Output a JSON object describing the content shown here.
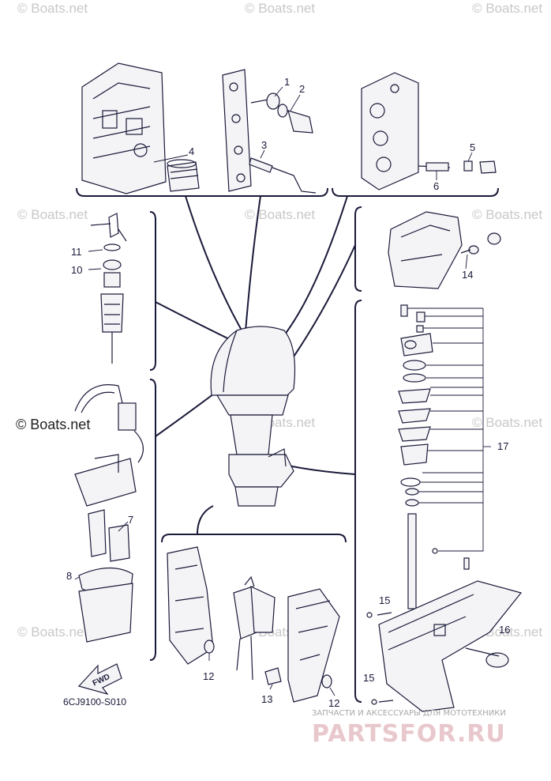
{
  "watermark": {
    "text": "© Boats.net"
  },
  "diagram_code": "6CJ9100-S010",
  "direction_arrow_label": "FWD",
  "callouts": [
    "1",
    "2",
    "3",
    "4",
    "5",
    "6",
    "7",
    "8",
    "10",
    "11",
    "12",
    "12",
    "13",
    "14",
    "15",
    "15",
    "16",
    "17"
  ],
  "footer": {
    "caption": "ЗАПЧАСТИ И АКСЕССУАРЫ ДЛЯ МОТОТЕХНИКИ",
    "logo": "PARTSFOR.RU"
  },
  "colors": {
    "line": "#1a1a3a",
    "watermark": "#c8c8c8",
    "logo": "#e8c8cc"
  }
}
